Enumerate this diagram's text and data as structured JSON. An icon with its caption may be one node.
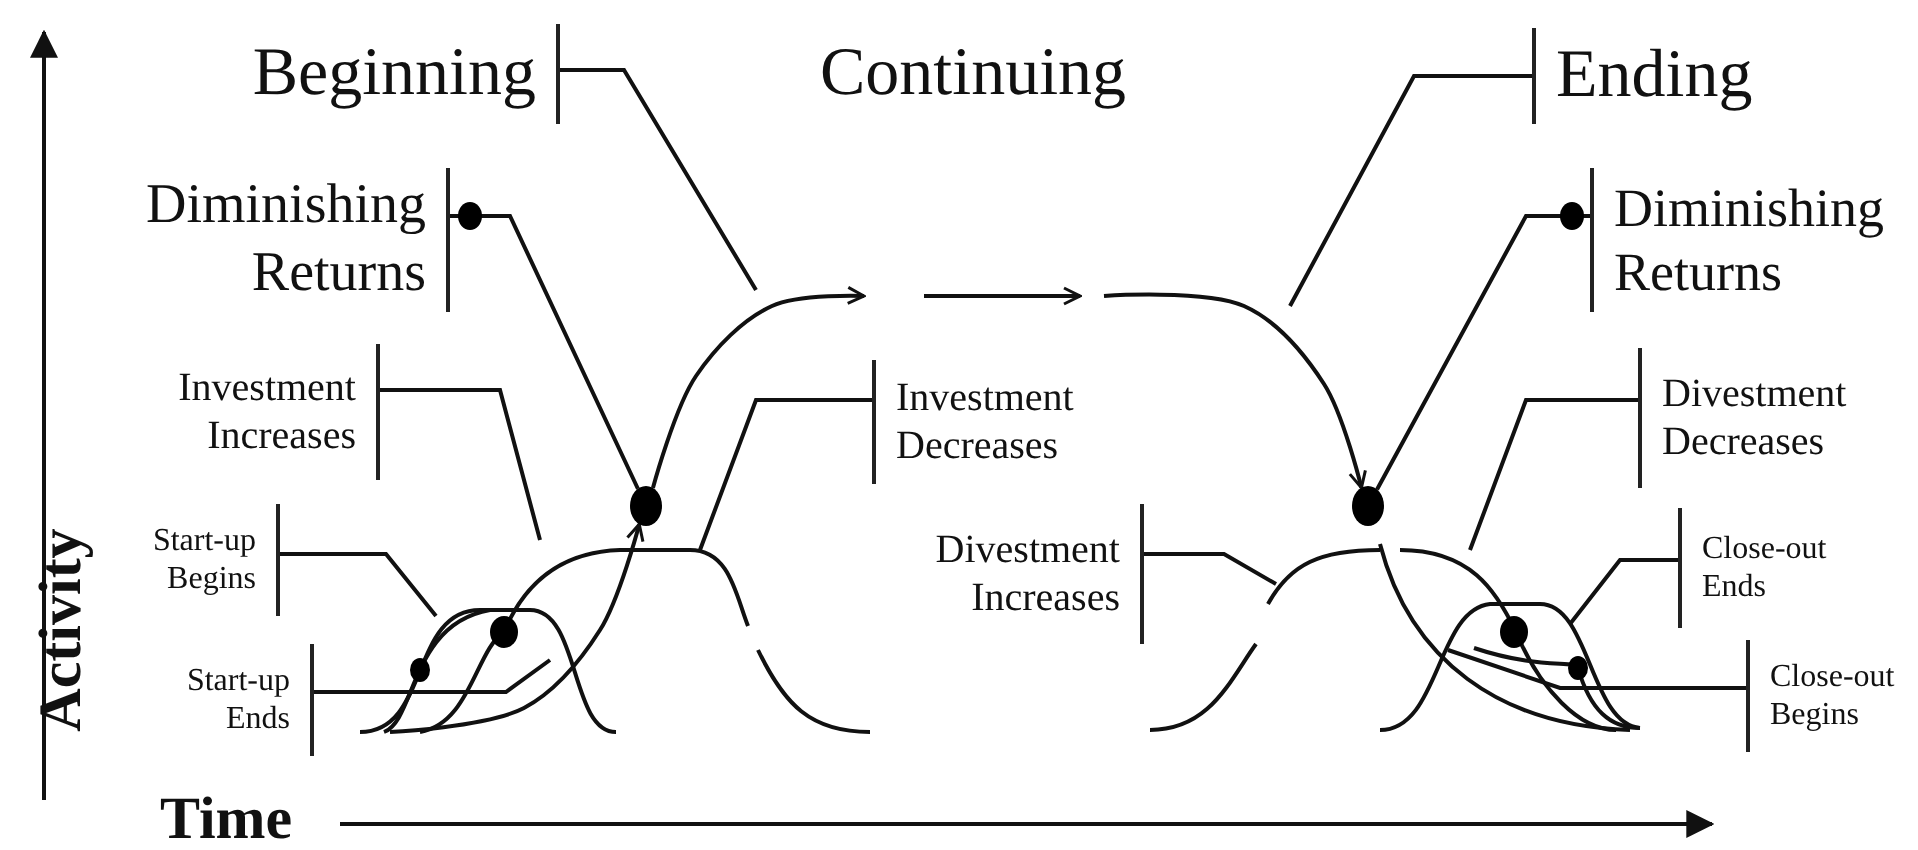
{
  "diagram": {
    "nodes": [
      {
        "text": [
          "Beginning"
        ]
      },
      {
        "text": [
          "Diminishing Returns"
        ]
      },
      {
        "text": [],
        "shape": "circle"
      },
      {
        "text": [
          "Investment Increases"
        ]
      },
      {
        "text": [
          "Investment Decreases"
        ]
      },
      {
        "text": [
          "Start-up Begins"
        ]
      },
      {
        "text": [
          "Start-up Ends"
        ]
      },
      {
        "text": [
          "Ending"
        ]
      },
      {
        "text": [
          "Diminishing Returns"
        ]
      },
      {
        "text": [],
        "shape": "circle"
      },
      {
        "text": [
          "Divestment Decreases"
        ]
      },
      {
        "text": [
          "Divestment Increases"
        ]
      },
      {
        "text": [
          "Close-out Ends"
        ]
      },
      {
        "text": [
          "Close-out Begins"
        ]
      }
    ],
    "edges": [
      {
        "from": 0,
        "to": null,
        "arrow": "none"
      },
      {
        "from": 1,
        "to": 2,
        "arrow": "other"
      },
      {
        "from": 3,
        "to": null,
        "arrow": "none"
      },
      {
        "from": 4,
        "to": null,
        "arrow": "none"
      },
      {
        "from": 5,
        "to": null,
        "arrow": "none"
      },
      {
        "from": 6,
        "to": null,
        "arrow": "none"
      },
      {
        "from": null,
        "to": 2,
        "arrow": "to"
      },
      {
        "from": 2,
        "to": null,
        "arrow": "to"
      },
      {
        "from": null,
        "to": 9,
        "arrow": "to"
      },
      {
        "from": 7,
        "to": null,
        "arrow": "none"
      },
      {
        "from": 8,
        "to": 9,
        "arrow": "other"
      },
      {
        "from": 10,
        "to": null,
        "arrow": "none"
      },
      {
        "from": 11,
        "to": null,
        "arrow": "none"
      },
      {
        "from": 12,
        "to": null,
        "arrow": "none"
      },
      {
        "from": 13,
        "to": null,
        "arrow": "none"
      }
    ],
    "labels": [
      "Continuing",
      "Activity",
      "Time"
    ]
  }
}
